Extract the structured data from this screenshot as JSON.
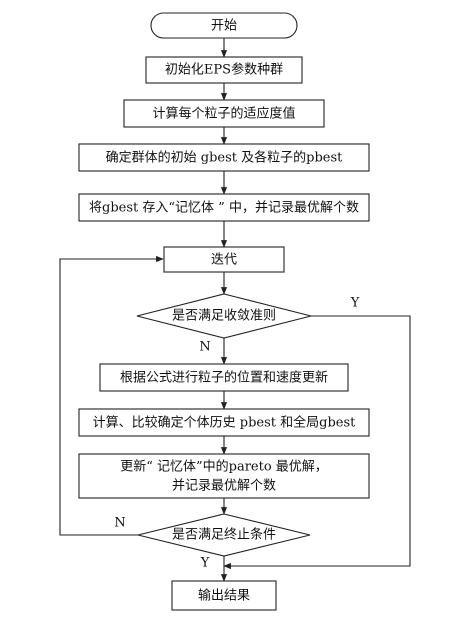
{
  "diagram": {
    "nodes": [
      {
        "id": "start",
        "shape": "terminal",
        "lines": [
          "开始"
        ]
      },
      {
        "id": "init",
        "shape": "process",
        "lines": [
          "初始化EPS参数种群"
        ]
      },
      {
        "id": "fitness",
        "shape": "process",
        "lines": [
          "计算每个粒子的适应度值"
        ]
      },
      {
        "id": "best_init",
        "shape": "process",
        "lines": [
          "确定群体的初始 gbest 及各粒子的pbest"
        ]
      },
      {
        "id": "memory_store",
        "shape": "process",
        "lines": [
          "将gbest 存入“记忆体 ” 中，并记录最优解个数"
        ]
      },
      {
        "id": "iterate",
        "shape": "process",
        "lines": [
          "迭代"
        ]
      },
      {
        "id": "converge_check",
        "shape": "decision",
        "lines": [
          "是否满足收敛准则"
        ]
      },
      {
        "id": "update_pos",
        "shape": "process",
        "lines": [
          "根据公式进行粒子的位置和速度更新"
        ]
      },
      {
        "id": "compare",
        "shape": "process",
        "lines": [
          "计算、比较确定个体历史 pbest  和全局gbest"
        ]
      },
      {
        "id": "pareto",
        "shape": "process",
        "lines": [
          "更新“ 记忆体”中的pareto  最优解，",
          "并记录最优解个数"
        ]
      },
      {
        "id": "stop_check",
        "shape": "decision",
        "lines": [
          "是否满足终止条件"
        ]
      },
      {
        "id": "output",
        "shape": "process",
        "lines": [
          "输出结果"
        ]
      }
    ],
    "edges": [
      {
        "id": "e-start-init",
        "from": "start",
        "to": "init",
        "label": ""
      },
      {
        "id": "e-init-fitness",
        "from": "init",
        "to": "fitness",
        "label": ""
      },
      {
        "id": "e-fitness-best",
        "from": "fitness",
        "to": "best_init",
        "label": ""
      },
      {
        "id": "e-best-memory",
        "from": "best_init",
        "to": "memory_store",
        "label": ""
      },
      {
        "id": "e-memory-iterate",
        "from": "memory_store",
        "to": "iterate",
        "label": ""
      },
      {
        "id": "e-iterate-converge",
        "from": "iterate",
        "to": "converge_check",
        "label": ""
      },
      {
        "id": "e-converge-update",
        "from": "converge_check",
        "to": "update_pos",
        "label": "N"
      },
      {
        "id": "e-update-compare",
        "from": "update_pos",
        "to": "compare",
        "label": ""
      },
      {
        "id": "e-compare-pareto",
        "from": "compare",
        "to": "pareto",
        "label": ""
      },
      {
        "id": "e-pareto-stop",
        "from": "pareto",
        "to": "stop_check",
        "label": ""
      },
      {
        "id": "e-stop-output",
        "from": "stop_check",
        "to": "output",
        "label": "Y"
      },
      {
        "id": "e-converge-output",
        "from": "converge_check",
        "to": "output",
        "label": "Y"
      },
      {
        "id": "e-stop-iterate",
        "from": "stop_check",
        "to": "iterate",
        "label": "N"
      }
    ]
  }
}
